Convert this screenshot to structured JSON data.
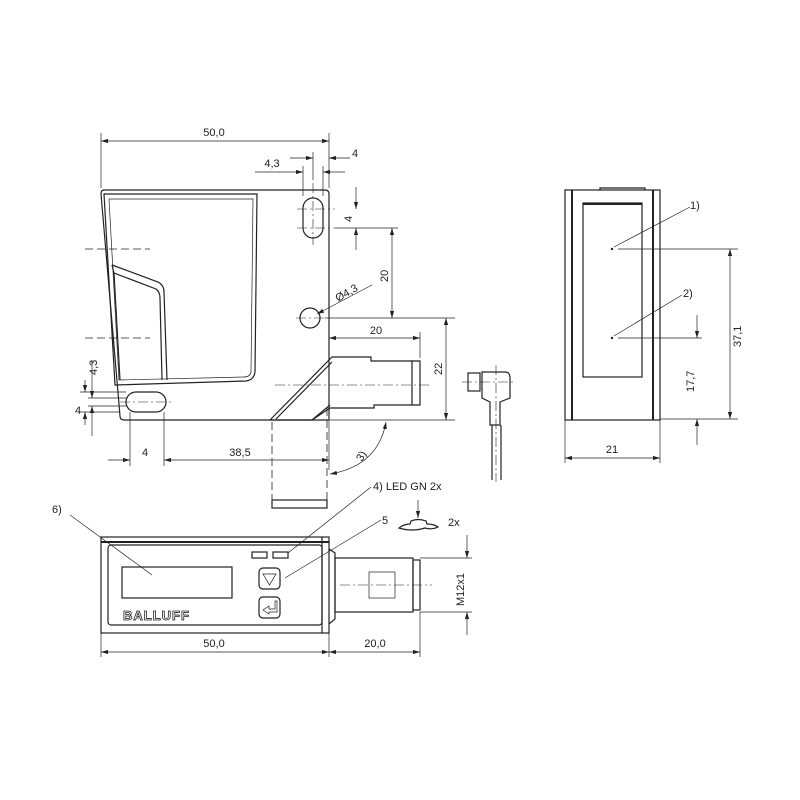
{
  "drawing": {
    "front_view": {
      "width_dim": "50,0",
      "slot_width_dim": "4,3",
      "slot_offset_dim": "4",
      "slot_height_dim": "4",
      "hole_spacing_dim": "20",
      "hole_diameter_dim": "Ø4,3",
      "connector_length_dim": "20",
      "connector_height_dim": "22",
      "left_slot_height_dim": "4,3",
      "left_slot_offset_dim": "4",
      "bottom_slot_dim": "4",
      "bottom_offset_dim": "38,5",
      "rotation_note": "3)"
    },
    "side_view": {
      "callout_1": "1)",
      "callout_2": "2)",
      "height_dim_1": "37,1",
      "height_dim_2": "17,7",
      "width_dim": "21"
    },
    "top_view": {
      "callout_display": "6)",
      "callout_led": "4)  LED GN 2x",
      "callout_button": "5",
      "button_count": "2x",
      "brand_logo": "BALLUFF",
      "thread_dim": "M12x1",
      "width_dim": "50,0",
      "connector_dim": "20,0"
    }
  }
}
